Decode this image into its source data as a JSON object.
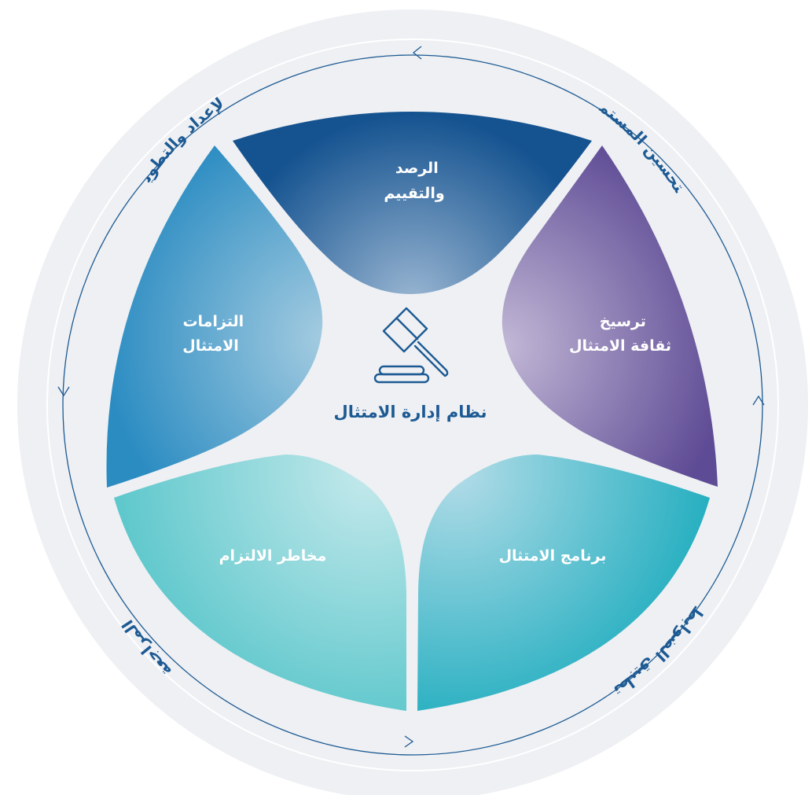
{
  "center": {
    "title": "نظام إدارة الامتثال",
    "icon": "gavel-icon"
  },
  "petals": {
    "monitoring": {
      "line1": "الرصد",
      "line2": "والتقييم"
    },
    "culture": {
      "line1": "ترسيخ",
      "line2": "ثقافة الامتثال"
    },
    "program": {
      "line1": "برنامج الامتثال"
    },
    "risks": {
      "line1": "مخاطر الالتزام"
    },
    "obligations": {
      "line1": "التزامات",
      "line2": "الامتثال"
    }
  },
  "cycle": {
    "preparation": "الإعداد والتطوير",
    "improvement": "التحسين المستمر",
    "implementation": "تطبيق الضوابط",
    "review": "المراجعة"
  },
  "colors": {
    "outer_ring": "#eef0f3",
    "center_fill": "#eef0f3",
    "cycle_line": "#1d5a93",
    "title_text": "#1d5a93",
    "petal_monitoring": [
      "#155390",
      "#9ab6d2"
    ],
    "petal_culture": [
      "#5e4b95",
      "#c2b8d6"
    ],
    "petal_program": [
      "#28b0c1",
      "#b3dce8"
    ],
    "petal_risks": [
      "#5fc8cc",
      "#c5e9ec"
    ],
    "petal_obligations": [
      "#2b8cc2",
      "#a7cde1"
    ]
  }
}
